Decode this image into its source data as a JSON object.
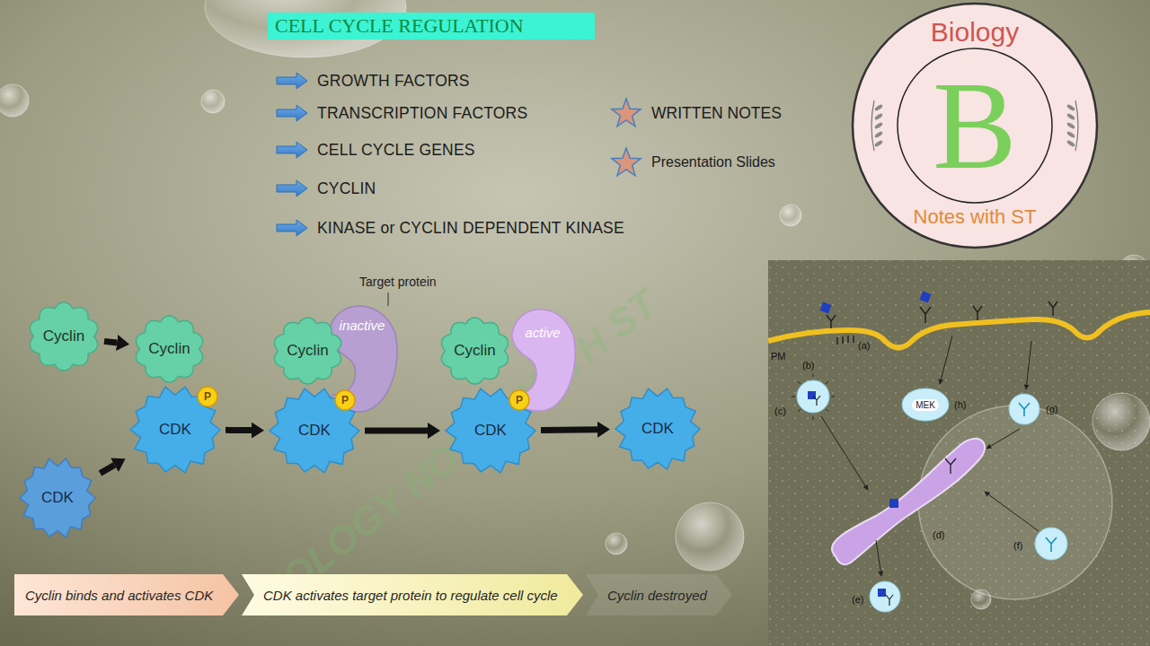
{
  "diagram": {
    "title": "CELL CYCLE REGULATION",
    "nodes": [
      {
        "text": [
          "Biology",
          "B",
          "Notes with ST"
        ]
      },
      {
        "text": [
          "Cyclin"
        ]
      },
      {
        "text": [
          "Cyclin"
        ]
      },
      {
        "text": [
          "CDK"
        ]
      },
      {
        "text": [
          "P"
        ],
        "in": 3
      },
      {
        "text": [
          "Cyclin"
        ]
      },
      {
        "text": [
          "inactive"
        ]
      },
      {
        "text": [
          "CDK"
        ]
      },
      {
        "text": [
          "P"
        ],
        "in": 7
      },
      {
        "text": [
          "Cyclin"
        ]
      },
      {
        "text": [
          "active"
        ]
      },
      {
        "text": [
          "CDK"
        ]
      },
      {
        "text": [
          "P"
        ],
        "in": 11
      },
      {
        "text": [
          "CDK"
        ]
      },
      {
        "text": [
          "CDK"
        ]
      },
      {
        "text": [
          "MEK"
        ]
      },
      {
        "text": [
          "Cyclin binds and activates CDK"
        ]
      },
      {
        "text": [
          "CDK activates target protein to regulate cell cycle"
        ]
      },
      {
        "text": [
          "Cyclin destroyed"
        ]
      }
    ],
    "edges": [
      {
        "from": 1,
        "to": 2,
        "arrow": "to"
      },
      {
        "from": 14,
        "to": 3,
        "arrow": "to"
      },
      {
        "from": 3,
        "to": 7,
        "arrow": "to"
      },
      {
        "from": 7,
        "to": 11,
        "arrow": "to"
      },
      {
        "from": 11,
        "to": 13,
        "arrow": "to"
      }
    ],
    "labels": [
      "GROWTH FACTORS",
      "TRANSCRIPTION FACTORS",
      "CELL CYCLE GENES",
      "CYCLIN",
      "KINASE or CYCLIN DEPENDENT KINASE",
      "WRITTEN NOTES",
      "Presentation Slides",
      "Target protein",
      "BIOLOGY NOTES WITH ST",
      "PM",
      "(a)",
      "(b)",
      "(c)",
      "(h)",
      "(g)",
      "(d)",
      "(f)",
      "(e)"
    ]
  }
}
